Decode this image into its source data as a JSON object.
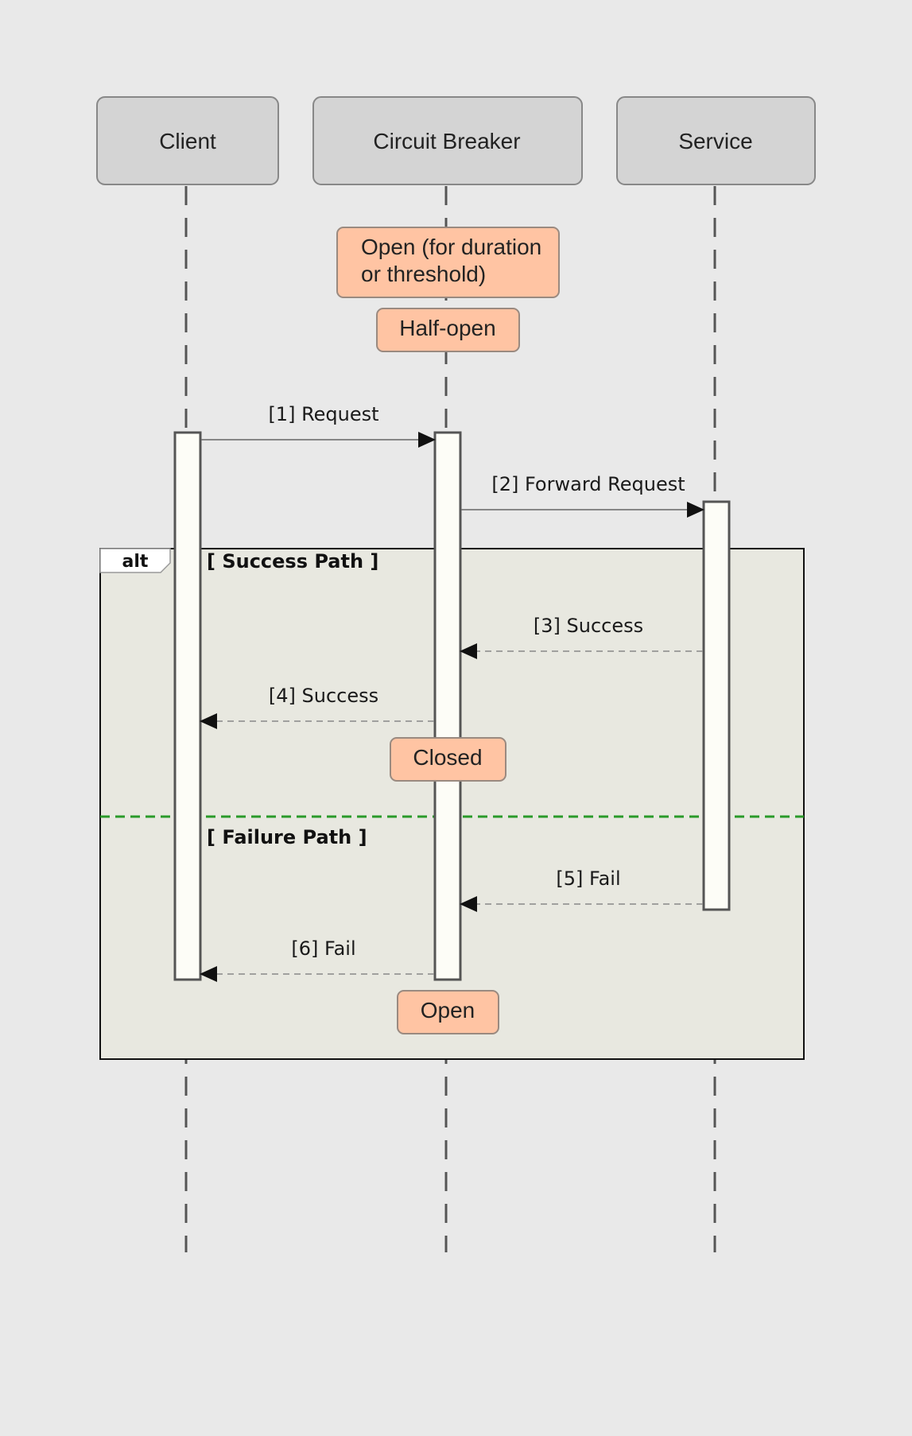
{
  "participants": {
    "client": "Client",
    "breaker": "Circuit Breaker",
    "service": "Service"
  },
  "states": {
    "open_initial_line1": "Open (for duration",
    "open_initial_line2": "or threshold)",
    "half_open": "Half-open",
    "closed": "Closed",
    "open_final": "Open"
  },
  "messages": {
    "m1": "[1] Request",
    "m2": "[2] Forward Request",
    "m3": "[3] Success",
    "m4": "[4] Success",
    "m5": "[5] Fail",
    "m6": "[6] Fail"
  },
  "fragment": {
    "operator": "alt",
    "guard_success": "[ Success Path ]",
    "guard_failure": "[ Failure Path ]"
  },
  "colors": {
    "background": "#e9e9e9",
    "actor_fill": "#d4d4d4",
    "state_fill": "#ffc4a3",
    "fragment_fill": "#e8e8e0",
    "separator": "#2a9a2a"
  }
}
